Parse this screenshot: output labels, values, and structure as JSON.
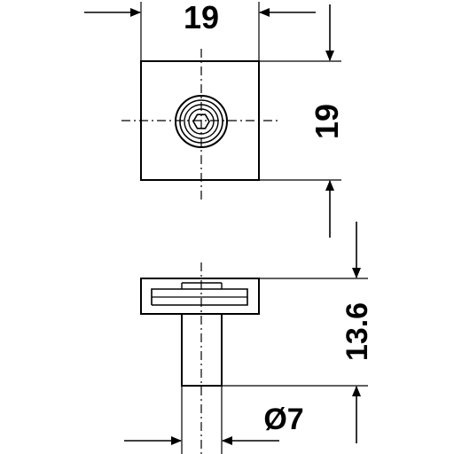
{
  "dimensions": {
    "width": "19",
    "height": "19",
    "length": "13.6",
    "diameter": "Ø7"
  },
  "colors": {
    "line": "#000000",
    "background": "#ffffff"
  }
}
